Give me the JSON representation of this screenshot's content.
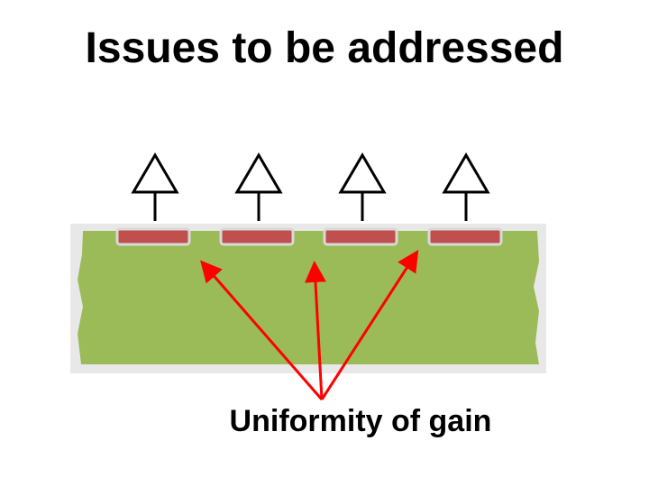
{
  "slide": {
    "title": "Issues to be addressed",
    "caption": "Uniformity of gain"
  },
  "diagram": {
    "pad_count": 4,
    "colors": {
      "substrate": "#9bbb59",
      "substrate_edge": "#e8e8e8",
      "pad_fill": "#c0504d",
      "pad_border": "#d9d9d9",
      "pointer_arrows": "#ff0000",
      "amplifier_symbols": "#000000"
    },
    "icons": [
      "amplifier-triangle-icon",
      "pointer-arrow-icon"
    ]
  }
}
